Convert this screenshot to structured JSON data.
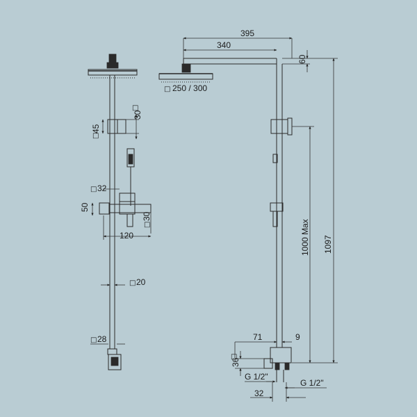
{
  "background_color": "#b9ccd3",
  "line_color": "#2a2a2a",
  "square_symbol": "□",
  "front_view": {
    "head_square": "250 / 300",
    "clamp_square": "30",
    "clamp_height": "45",
    "holder_square": "32",
    "mixer_height": "50",
    "mixer_square": "30",
    "mixer_length": "120",
    "pipe_square": "20",
    "base_square": "28"
  },
  "side_view": {
    "arm_overall": "395",
    "arm_reach": "340",
    "head_offset": "60",
    "height_max": "1000 Max",
    "height_total": "1097",
    "offset_71": "71",
    "offset_9": "9",
    "base_height": "36",
    "inlet_left": "G 1/2\"",
    "inlet_right": "G 1/2\"",
    "inlet_spacing": "32"
  }
}
